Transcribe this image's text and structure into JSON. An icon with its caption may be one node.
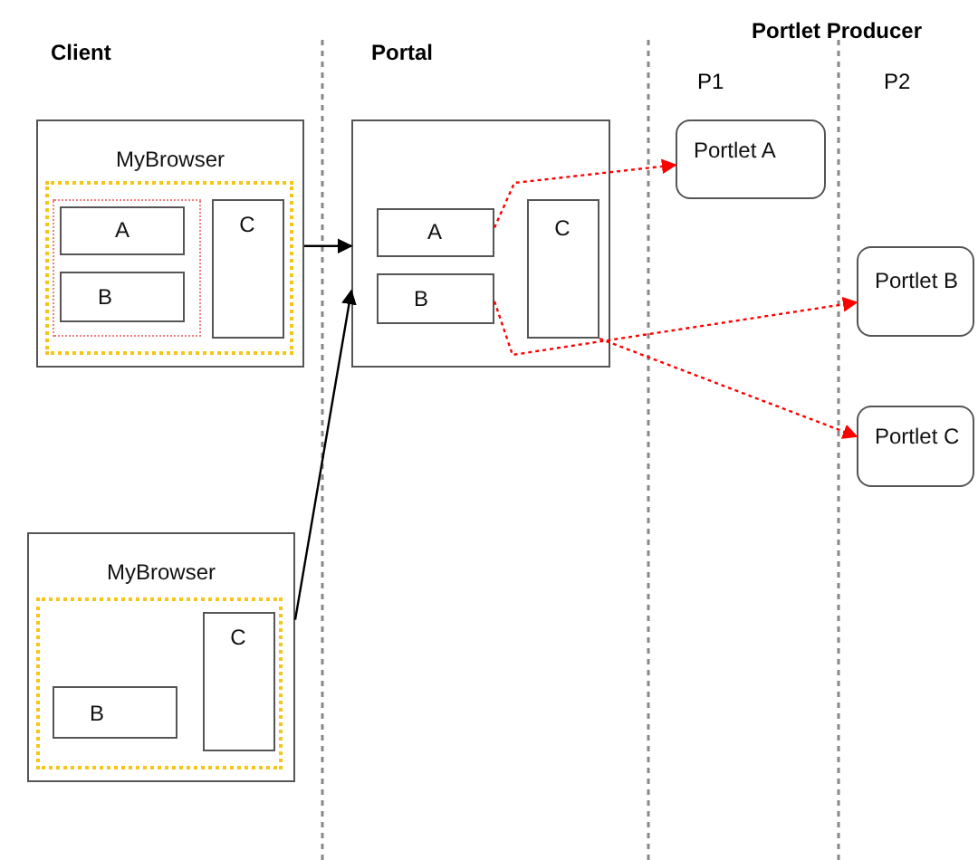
{
  "diagram": {
    "nodes": [
      {
        "text": [
          "MyBrowser"
        ]
      },
      {
        "text": [],
        "shape": "box",
        "in": 0
      },
      {
        "text": [],
        "shape": "box",
        "in": 1
      },
      {
        "text": [
          "A"
        ],
        "in": 2
      },
      {
        "text": [
          "B"
        ],
        "in": 2
      },
      {
        "text": [
          "C"
        ],
        "in": 1
      },
      {
        "text": [],
        "shape": "box"
      },
      {
        "text": [
          "A"
        ],
        "in": 6
      },
      {
        "text": [
          "B"
        ],
        "in": 6
      },
      {
        "text": [
          "C"
        ],
        "in": 6
      },
      {
        "text": [
          "Portlet A"
        ]
      },
      {
        "text": [
          "Portlet B"
        ]
      },
      {
        "text": [
          "Portlet C"
        ]
      },
      {
        "text": [
          "MyBrowser"
        ]
      },
      {
        "text": [],
        "shape": "box",
        "in": 13
      },
      {
        "text": [
          "B"
        ],
        "in": 14
      },
      {
        "text": [
          "C"
        ],
        "in": 14
      }
    ],
    "edges": [
      {
        "from": 0,
        "to": 6,
        "arrow": "to",
        "color": "#000000"
      },
      {
        "from": 13,
        "to": 6,
        "arrow": "to",
        "color": "#000000"
      },
      {
        "from": 7,
        "to": 10,
        "arrow": "to",
        "style": "dashed",
        "color": "#ff0000"
      },
      {
        "from": 8,
        "to": 11,
        "arrow": "to",
        "style": "dashed",
        "color": "#ff0000"
      },
      {
        "from": 9,
        "to": 12,
        "arrow": "to",
        "style": "dashed",
        "color": "#ff0000"
      }
    ],
    "labels": [
      "Client",
      "Portal",
      "Portlet Producer",
      "P1",
      "P2"
    ]
  }
}
